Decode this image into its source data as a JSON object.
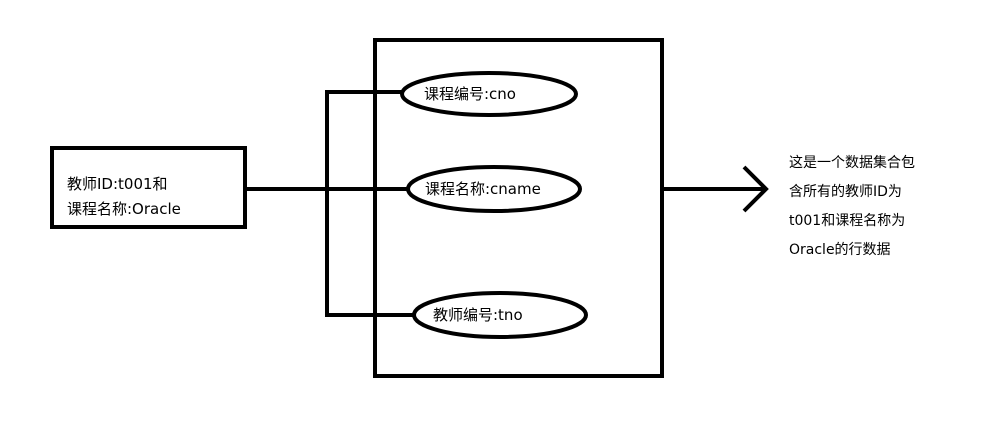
{
  "source_box": {
    "line1": "教师ID:t001和",
    "line2": "课程名称:Oracle"
  },
  "fields": [
    {
      "label": "课程编号:cno"
    },
    {
      "label": "课程名称:cname"
    },
    {
      "label": "教师编号:tno"
    }
  ],
  "note": {
    "lines": [
      "这是一个数据集合包",
      "含所有的教师ID为",
      "t001和课程名称为",
      "Oracle的行数据"
    ]
  }
}
